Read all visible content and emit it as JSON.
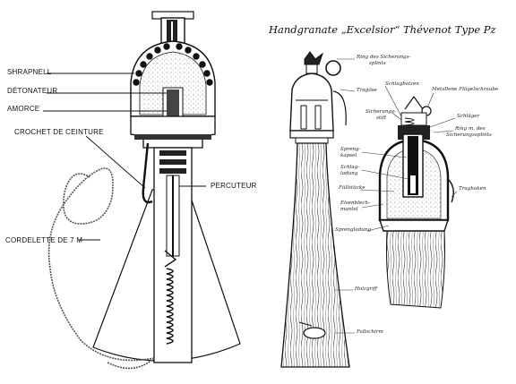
{
  "left_diagram": {
    "labels": {
      "shrapnell": "SHRAPNELL",
      "detonateur": "DÉTONATEUR",
      "amorce": "AMORCE",
      "crochet": "CROCHET DE CEINTURE",
      "percuteur": "PERCUTEUR",
      "cordelette": "CORDELETTE DE 7 M"
    }
  },
  "right_diagram": {
    "title": "Handgranate „Excelsior“ Thévenot Type Pz",
    "labels": {
      "ring": "Ring des Sicherungs-",
      "ring2": "splints",
      "tragoese": "Tragöse",
      "schlagbolzen": "Schlagbolzen",
      "fluegel": "Metallene Flügelschraube",
      "sicherungsstift": "Sicherungs-",
      "sicherungsstift2": "stift",
      "schlaeger": "Schläger",
      "ring_m": "Ring m. des",
      "ring_m2": "Sicherungssplints",
      "sprengkapsel": "Spreng-",
      "sprengkapsel2": "kapsel",
      "schlagladung": "Schlag-",
      "schlagladung2": "ladung",
      "fuellstuecke": "Füllstücke",
      "eisenblech": "Eisenblech-",
      "eisenblech2": "mantel",
      "traghaken": "Traghaken",
      "sprengladung": "Sprengladung",
      "holzgriff": "Holzgriff",
      "fallschirm": "Fallschirm"
    }
  }
}
